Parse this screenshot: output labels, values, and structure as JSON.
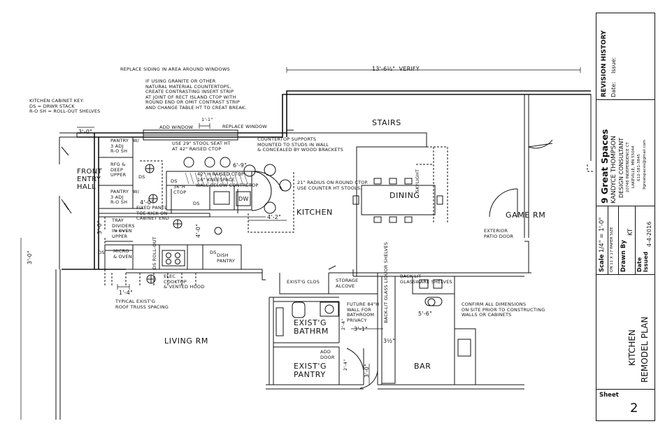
{
  "labels": {
    "replace_siding": "REPLACE SIDING IN AREA AROUND WINDOWS",
    "granite_note": "IF USING GRANITE OR OTHER\nNATURAL MATERIAL COUNTERTOPS,\nCREATE CONTRASTING INSERT STRIP\nAT JOINT OF RECT ISLAND CTOP WITH\nROUND END OR OMIT CONTRAST STRIP\nAND CHANGE TABLE HT TO CREAT BREAK.",
    "cabinet_key": "KITCHEN CABINET KEY:\nDS = DRWR STACK\nR-O SH = ROLL-OUT SHELVES",
    "dim_3_0_top": "3'-0\"",
    "add_window": "ADD WINDOW",
    "dim_1_1": "1'-1\"",
    "replace_window": "REPLACE WINDOW",
    "dim_13_6": "13'-6½\"  VERIFY",
    "stairs": "STAIRS",
    "front_entry": "FRONT\nENTRY\nHALL",
    "pantry1": "PANTRY\n3 ADJ\nR-O SH",
    "pantry_w1": "w/",
    "rfg": "RFG &\nDEEP\nUPPER",
    "pantry2": "PANTRY\n3 ADJ\nR-O SH",
    "pantry_w2": "w/",
    "stool_note": "USE 29\" STOOL SEAT HT\nAT 42\" RAISED CTOP",
    "raised_ctop": "42\" H RAISED CTOP",
    "kneespace": "16\" KNEESPACE",
    "wall_below": "WALL BELOW CONTRETOP",
    "dim_36": "36\"H",
    "ctop": "CTOP",
    "dim_6_9": "6'-9\"",
    "countertop_supports": "COUNTERTOP SUPPORTS\nMOUNTED TO STUDS IN WALL\n& CONCEALED BY WOOD BRACKETS",
    "radius_note": "21\" RADIUS ON ROUND CTOP.\nUSE COUNTER HT STOOLS.",
    "dining": "DINING",
    "skylight": "SKYLIGHT",
    "dw": "DW",
    "ds1": "DS",
    "ds2": "DS",
    "ds3": "DS",
    "ds4": "DS",
    "ds5": "DS",
    "dim_4_0_left": "4'-0\"",
    "fixed_panel": "FIXED PANEL\nTOE KICK ON\nCABINET END",
    "dim_4_0_mid": "4'-0\"",
    "dim_4_2": "4'-2\"",
    "kitchen": "KITCHEN",
    "game_rm": "GAME RM",
    "exterior_door": "EXTERIOR\nPATIO DOOR",
    "tray": "TRAY\nDIVIDERS\nIN OVEN\nUPPER",
    "dim_3_0_left": "3'-0\"",
    "micro_oven": "MICRO\n& OVEN",
    "ds_rollout": "DS ROLL-OUT",
    "dish_pantry": "DISH\nPANTRY",
    "dim_3_0_wall": "3'-0\"",
    "dim_1_4": "1'-4\"",
    "elec_cooktop": "ELEC\nCOOKTOP\n& VENTED HOOD",
    "truss": "TYPICAL EXIST'G\nROOF TRUSS SPACING",
    "living_rm": "LIVING RM",
    "exist_clos": "EXIST'G CLOS",
    "storage_alcove": "STORAGE\nALCOVE",
    "back_lit": "BACK-LIT\nGLASSWARE SHELVES",
    "back_lit_glass": "BACK-LIT GLASS\nLIQUOR SHELVES",
    "dim_5_6": "5'-6\"",
    "confirm": "CONFIRM ALL DIMENSIONS\nON SITE PRIOR TO CONSTRUCTING\nWALLS OR CABINETS",
    "future_wall": "FUTURE 84\"H\nWALL FOR\nBATHROOM\nPRIVACY",
    "exist_bathrm": "EXIST'G\nBATHRM",
    "dim_2_4a": "2'-4\"",
    "dim_3_1": "3'-1\"",
    "dim_3_half": "3½\"",
    "bar": "BAR",
    "add_door": "ADD\nDOOR",
    "dim_2_4b": "2'-4\"",
    "exist_pantry": "EXIST'G\nPANTRY",
    "dim_3_0_bottom": "3'-0\""
  },
  "title_block": {
    "revision_history": "REVISION HISTORY",
    "date_label": "Date:",
    "issue_label": "Issue:",
    "company": "9 Great Spaces",
    "designer": "KANDYCE THOMPSON",
    "role": "DESIGN CONSULTANT",
    "address1": "20748 INDEPENDENCE CT",
    "address2": "LAKEVILLE, MN 55044",
    "phone": "612-581-3845",
    "email": "9greatspaces@gmail.com",
    "scale_label": "Scale",
    "scale_value": "1/4\" = 1'-0\"",
    "paper": "ON 11 X 17 PAPER SIZE",
    "drawn_by_label": "Drawn By",
    "drawn_by_value": "KT",
    "date_issued_label": "Date\nIssued",
    "date_issued_value": "4-4-2016",
    "title_line1": "KITCHEN",
    "title_line2": "REMODEL PLAN",
    "sheet_label": "Sheet",
    "sheet_number": "2"
  }
}
